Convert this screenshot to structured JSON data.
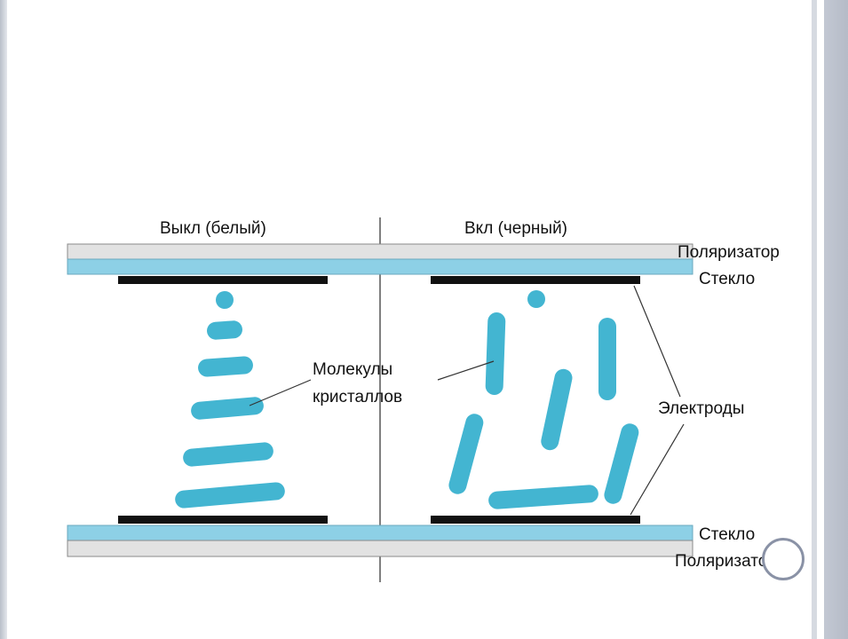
{
  "labels": {
    "off_state": "Выкл (белый)",
    "on_state": "Вкл (черный)",
    "polarizer_top": "Поляризатор",
    "glass_top": "Стекло",
    "molecules_line1": "Молекулы",
    "molecules_line2": "кристаллов",
    "electrodes": "Электроды",
    "glass_bottom": "Стекло",
    "polarizer_bottom": "Поляризатор"
  },
  "colors": {
    "polarizer": "#e2e2e2",
    "glass": "#8dd0e6",
    "molecule": "#43b5d1",
    "electrode": "#111111",
    "frame": "#b9bfc9"
  }
}
